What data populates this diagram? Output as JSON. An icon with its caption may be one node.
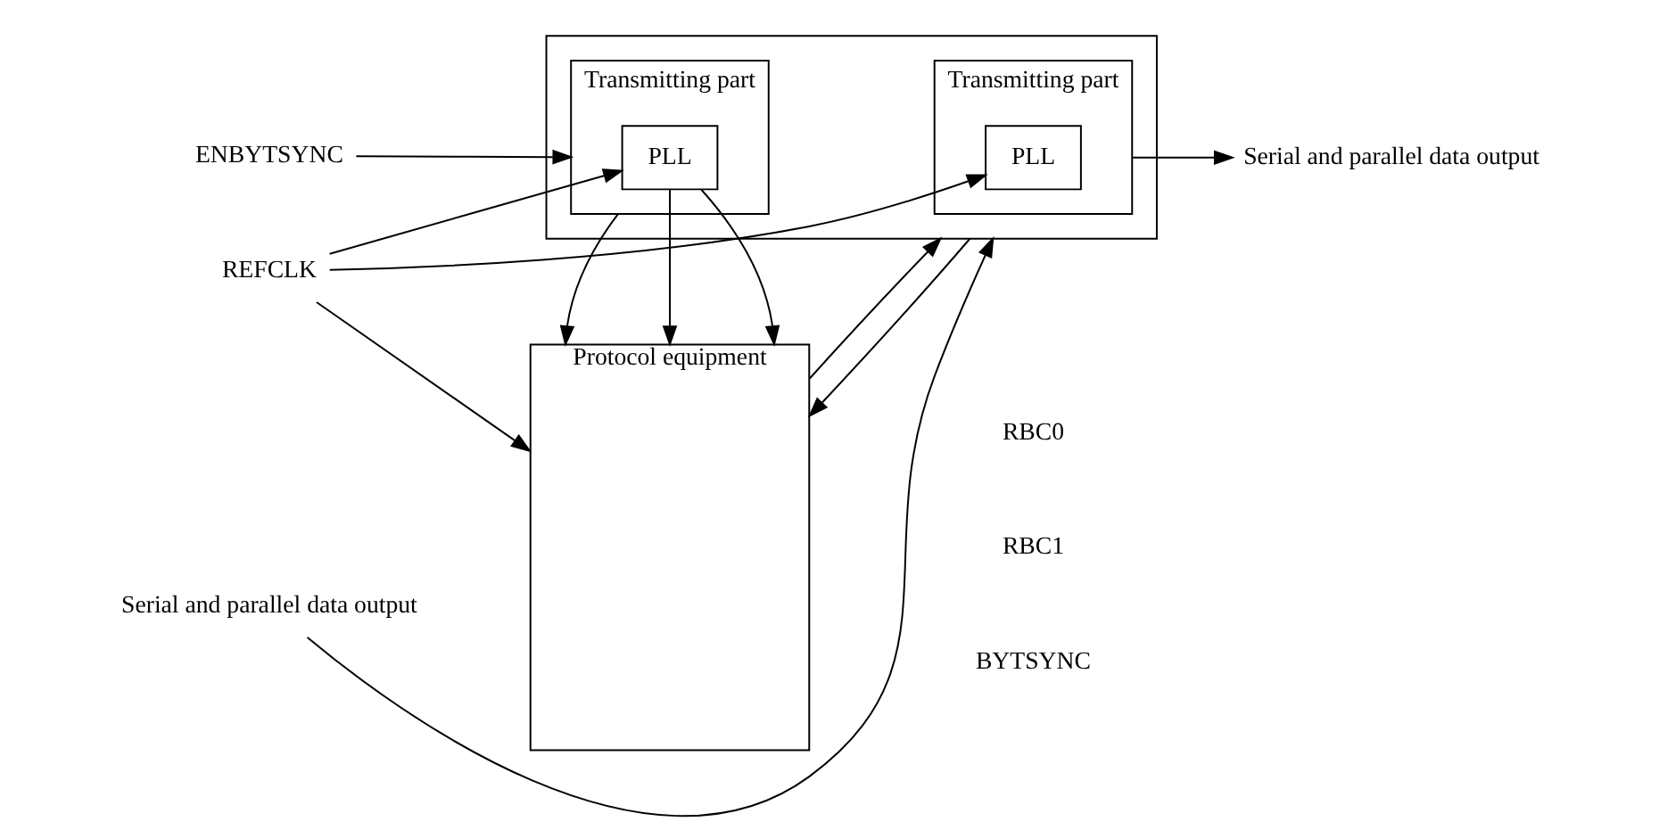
{
  "diagram": {
    "nodes": [
      {
        "text": [
          "Protocol equipment"
        ]
      },
      {
        "text": [],
        "shape": "box"
      },
      {
        "text": [
          "Transmitting part"
        ],
        "in": 1
      },
      {
        "text": [
          "PLL"
        ],
        "in": 2
      },
      {
        "text": [
          "Transmitting part"
        ],
        "in": 1
      },
      {
        "text": [
          "PLL"
        ],
        "in": 4
      },
      {
        "text": [
          "Serial and parallel data output"
        ]
      },
      {
        "text": [
          "Serial and parallel data output"
        ]
      },
      {
        "text": [
          "REFCLK"
        ]
      },
      {
        "text": [
          "ENBYTSYNC"
        ]
      }
    ],
    "edges": [
      {
        "from": 0,
        "to": 1,
        "arrow": "to"
      },
      {
        "from": 2,
        "to": 6,
        "arrow": "to"
      },
      {
        "from": 8,
        "to": 0,
        "arrow": "to"
      },
      {
        "from": 8,
        "to": 3,
        "arrow": "to"
      },
      {
        "from": 8,
        "to": 5,
        "arrow": "to"
      },
      {
        "from": 5,
        "to": 0,
        "arrow": "to"
      },
      {
        "from": 5,
        "to": 0,
        "arrow": "to"
      },
      {
        "from": 4,
        "to": 0,
        "arrow": "to"
      },
      {
        "from": 1,
        "to": 0,
        "arrow": "to"
      },
      {
        "from": 7,
        "to": 1,
        "arrow": "to"
      },
      {
        "from": 9,
        "to": 4,
        "arrow": "to"
      }
    ],
    "labels": [
      "RBC0",
      "RBC1",
      "BYTSYNC"
    ]
  }
}
